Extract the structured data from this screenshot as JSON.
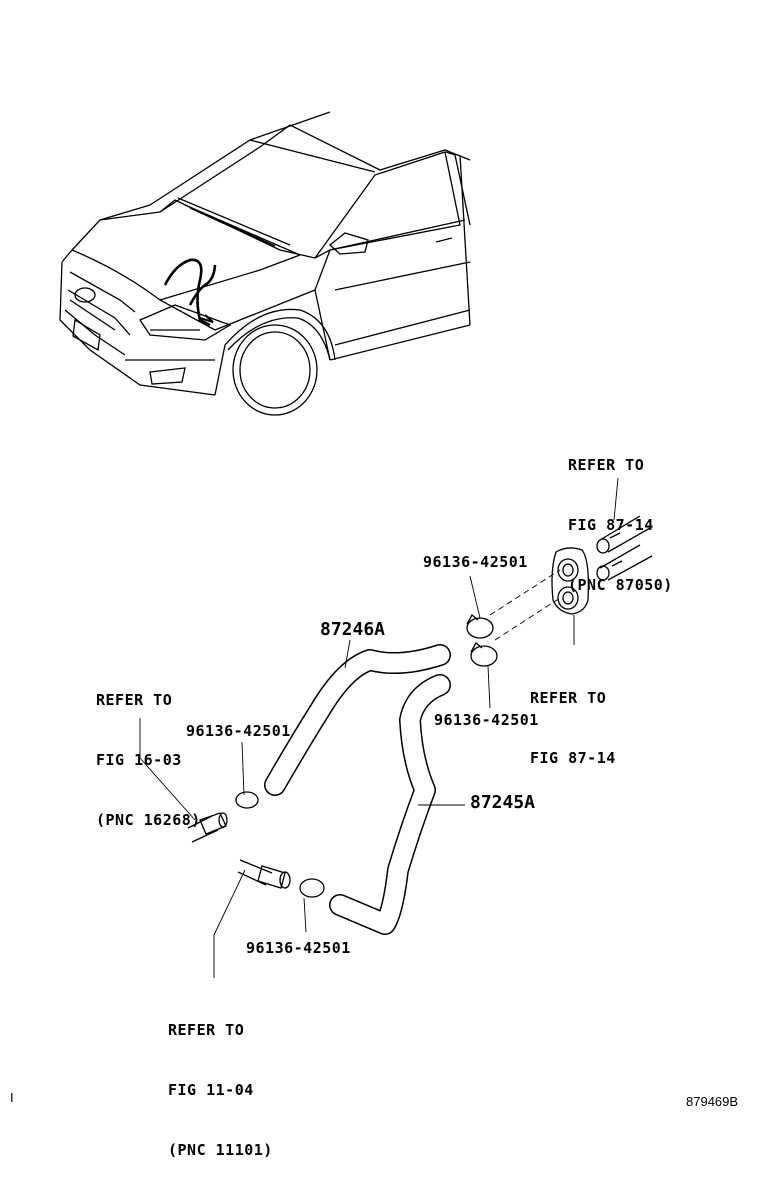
{
  "references": {
    "fig_87_14_pnc": {
      "line1": "REFER TO",
      "line2": "FIG 87-14",
      "line3": "(PNC 87050)"
    },
    "fig_87_14": {
      "line1": "REFER TO",
      "line2": "FIG 87-14"
    },
    "fig_16_03": {
      "line1": "REFER TO",
      "line2": "FIG 16-03",
      "line3": "(PNC 16268)"
    },
    "fig_11_04": {
      "line1": "REFER TO",
      "line2": "FIG 11-04",
      "line3": "(PNC 11101)"
    }
  },
  "parts": {
    "hose_upper": "87246A",
    "hose_lower": "87245A",
    "clamp_top_upper": "96136-42501",
    "clamp_top_lower": "96136-42501",
    "clamp_left": "96136-42501",
    "clamp_bottom": "96136-42501"
  },
  "figure_code": "879469B",
  "corner_mark": "I"
}
